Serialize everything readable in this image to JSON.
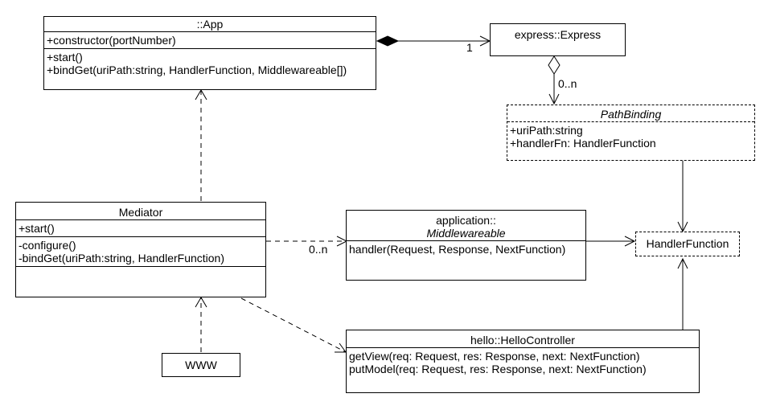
{
  "app": {
    "title": "::App",
    "attributes": [
      "+constructor(portNumber)"
    ],
    "operations": [
      "+start()",
      "+bindGet(uriPath:string, HandlerFunction, Middlewareable[])"
    ]
  },
  "express": {
    "title": "express::Express"
  },
  "path_binding": {
    "title": "PathBinding",
    "attributes": [
      "+uriPath:string",
      "+handlerFn: HandlerFunction"
    ]
  },
  "mediator": {
    "title": "Mediator",
    "attributes": [
      "+start()"
    ],
    "operations": [
      "-configure()",
      "-bindGet(uriPath:string, HandlerFunction)"
    ]
  },
  "middlewareable": {
    "title_line1": "application::",
    "title_line2": "Middlewareable",
    "operations": [
      "handler(Request, Response, NextFunction)"
    ]
  },
  "handler_function": {
    "title": "HandlerFunction"
  },
  "hello_controller": {
    "title": "hello::HelloController",
    "operations": [
      "getView(req: Request, res: Response, next: NextFunction)",
      "putModel(req: Request, res: Response, next: NextFunction)"
    ]
  },
  "www": {
    "title": "WWW"
  },
  "multiplicities": {
    "app_express": "1",
    "express_pathbinding": "0..n",
    "mediator_middlewareable": "0..n"
  }
}
